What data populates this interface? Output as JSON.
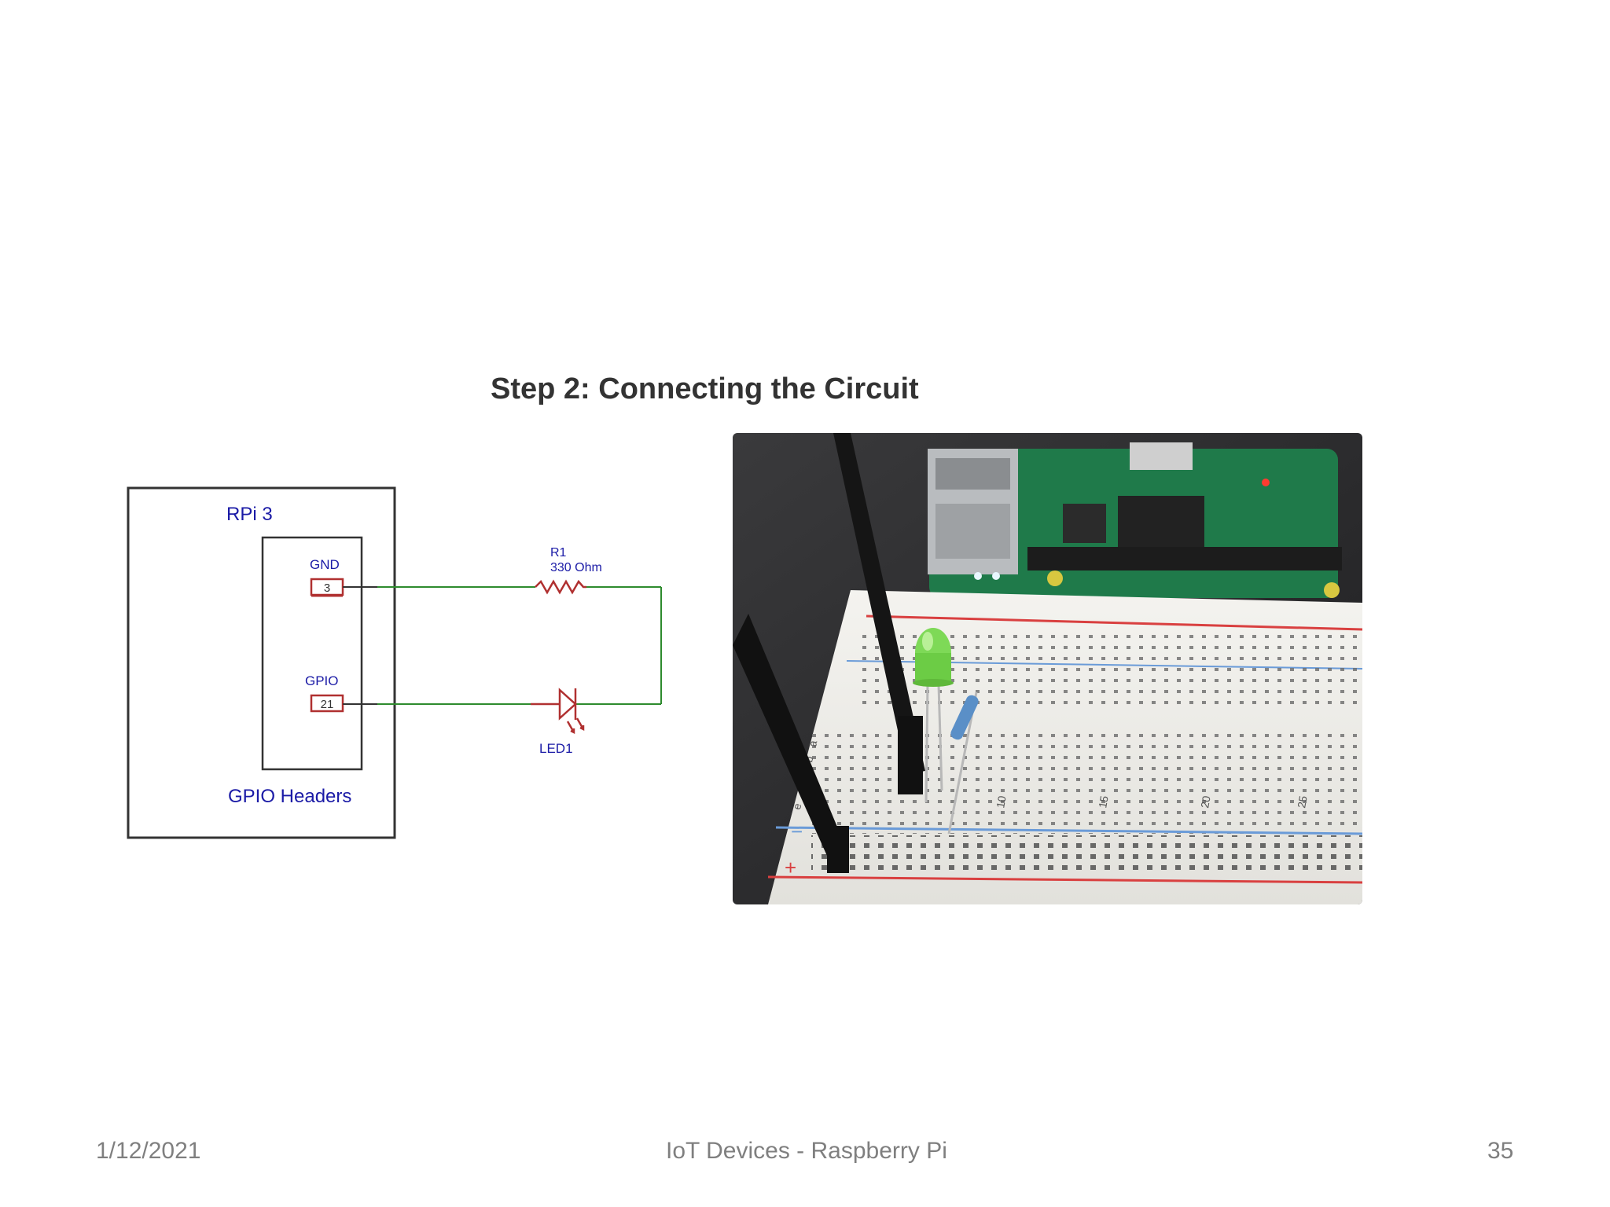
{
  "slide": {
    "heading": "Step 2: Connecting the Circuit",
    "footer": {
      "date": "1/12/2021",
      "title": "IoT Devices - Raspberry Pi",
      "page": "35"
    }
  },
  "schematic": {
    "board_label": "RPi 3",
    "header_label": "GPIO Headers",
    "gnd_label": "GND",
    "gnd_pin": "3",
    "gpio_label": "GPIO",
    "gpio_pin": "21",
    "resistor_name": "R1",
    "resistor_value": "330 Ohm",
    "led_name": "LED1",
    "colors": {
      "label_blue": "#1a1aa6",
      "wire_green": "#2e8b2e",
      "part_red": "#b03030",
      "box": "#333333"
    }
  },
  "photo": {
    "breadboard_numbers": [
      "10",
      "15",
      "20",
      "25"
    ],
    "breadboard_letters": [
      "a",
      "b",
      "c",
      "d",
      "e"
    ],
    "colors": {
      "board_pcb": "#1f7a4a",
      "led": "#7ed957",
      "breadboard": "#efeeea"
    }
  }
}
